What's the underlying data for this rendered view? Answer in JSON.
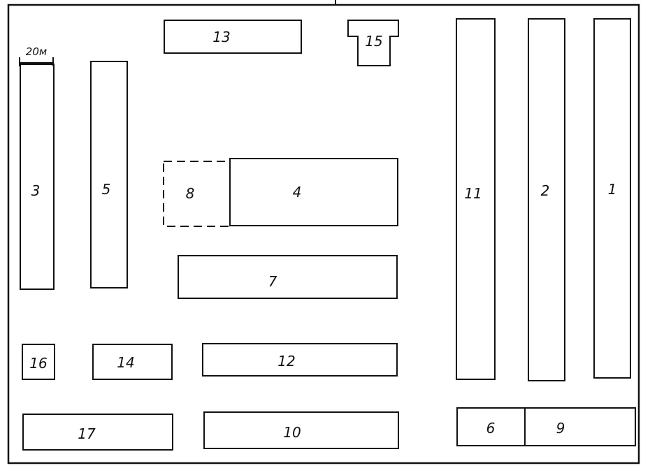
{
  "scale_label": "20м",
  "buildings": [
    {
      "id": "b1",
      "label": "1"
    },
    {
      "id": "b2",
      "label": "2"
    },
    {
      "id": "b3",
      "label": "3"
    },
    {
      "id": "b4",
      "label": "4"
    },
    {
      "id": "b5",
      "label": "5"
    },
    {
      "id": "b6",
      "label": "6"
    },
    {
      "id": "b7",
      "label": "7"
    },
    {
      "id": "b8",
      "label": "8",
      "planned": true
    },
    {
      "id": "b9",
      "label": "9"
    },
    {
      "id": "b10",
      "label": "10"
    },
    {
      "id": "b11",
      "label": "11"
    },
    {
      "id": "b12",
      "label": "12"
    },
    {
      "id": "b13",
      "label": "13"
    },
    {
      "id": "b14",
      "label": "14"
    },
    {
      "id": "b15",
      "label": "15"
    },
    {
      "id": "b16",
      "label": "16"
    },
    {
      "id": "b17",
      "label": "17"
    }
  ]
}
